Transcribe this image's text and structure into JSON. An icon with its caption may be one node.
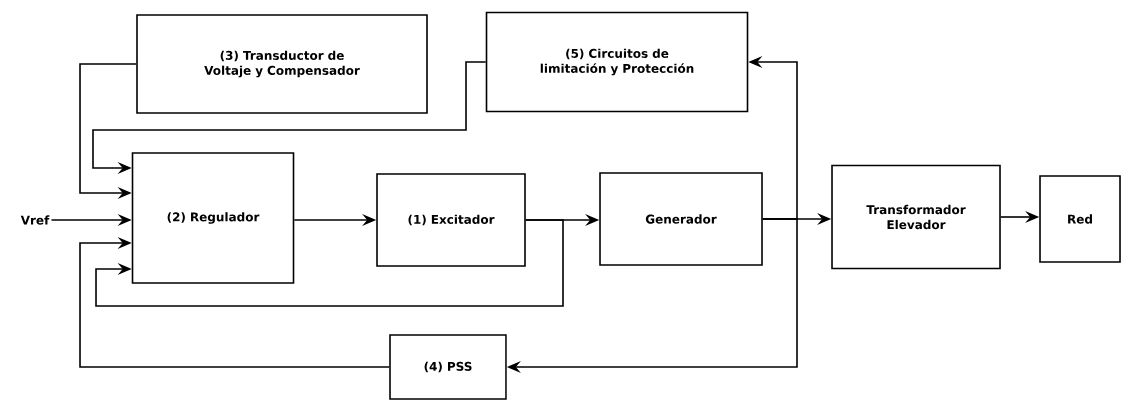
{
  "diagram": {
    "nodes": [
      {
        "text": [
          "(3) Transductor de Voltaje y Compensador"
        ]
      },
      {
        "text": [
          "(5) Circuitos de limitación y Protección"
        ]
      },
      {
        "text": [
          "Vref"
        ]
      },
      {
        "text": [
          "(2) Regulador"
        ]
      },
      {
        "text": [
          "(1) Excitador"
        ]
      },
      {
        "text": [
          "Generador"
        ]
      },
      {
        "text": [
          "Transformador Elevador"
        ]
      },
      {
        "text": [
          "Red"
        ]
      },
      {
        "text": [
          "(4) PSS"
        ]
      }
    ],
    "edges": [
      {
        "from": 0,
        "to": 3,
        "arrow": "to"
      },
      {
        "from": 1,
        "to": 3,
        "arrow": "to"
      },
      {
        "from": 2,
        "to": 3,
        "arrow": "to"
      },
      {
        "from": 8,
        "to": 3,
        "arrow": "to"
      },
      {
        "from": 4,
        "to": 3,
        "arrow": "to"
      },
      {
        "from": 3,
        "to": 4,
        "arrow": "to"
      },
      {
        "from": 4,
        "to": 5,
        "arrow": "to"
      },
      {
        "from": 5,
        "to": 6,
        "arrow": "to"
      },
      {
        "from": 5,
        "to": 1,
        "arrow": "to"
      },
      {
        "from": 5,
        "to": 8,
        "arrow": "to"
      },
      {
        "from": 6,
        "to": 7,
        "arrow": "to"
      }
    ]
  }
}
